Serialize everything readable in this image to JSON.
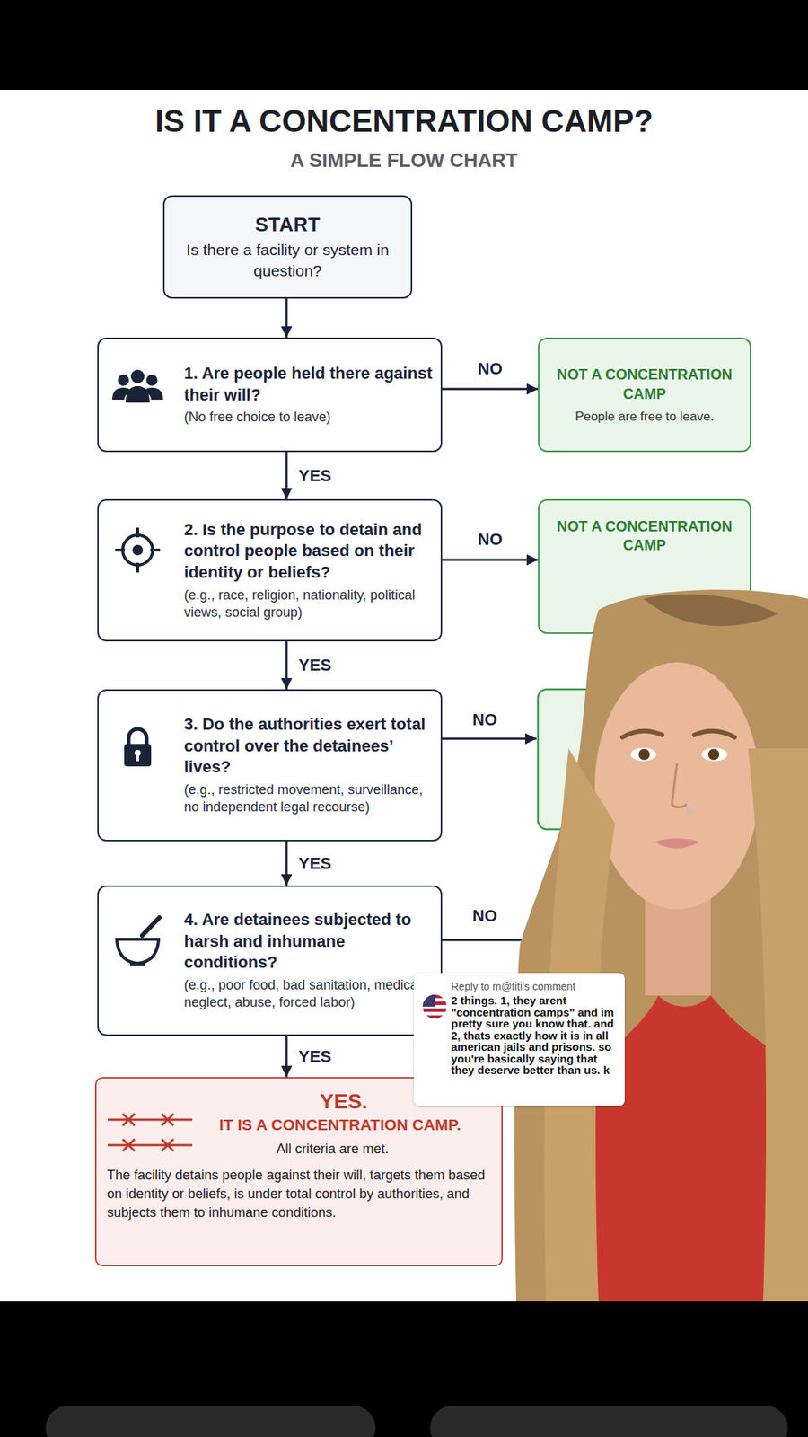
{
  "diagram": {
    "title": "IS IT A CONCENTRATION CAMP?",
    "nodes": [
      {
        "text": [
          "START",
          "Is there a facility or system in question?"
        ]
      },
      {
        "text": [
          "1. Are people held there against their will?",
          "(No free choice to leave)"
        ]
      },
      {
        "text": [
          "NOT A CONCENTRATION CAMP",
          "People are free to leave."
        ]
      },
      {
        "text": [
          "2. Is the purpose to detain and control people based on their identity or beliefs?",
          "(e.g., race, religion, nationality, political views, social group)"
        ]
      },
      {
        "text": [
          "NOT A CONCENTRATION CAMP"
        ]
      },
      {
        "text": [
          "3. Do the authorities exert total control over the detainees’ lives?",
          "(e.g., restricted movement, surveillance, no independent legal recourse)"
        ]
      },
      {
        "text": [
          "4. Are detainees subjected to harsh and inhumane conditions?",
          "(e.g., poor food, bad sanitation, medical neglect, abuse, forced labor)"
        ]
      },
      {
        "text": [
          "YES.",
          "IT IS A CONCENTRATION CAMP.",
          "All criteria are met.",
          "The facility detains people against their will, targets them based on identity or beliefs, is under total control by authorities, and subjects them to inhumane conditions."
        ]
      },
      {
        "text": [
          "Reply to m@titi's comment",
          "2 things. 1, they arent \"concentration camps\" and im pretty sure you know that. and 2, thats exactly how it is in all american jails and prisons. so you're basically saying that they deserve better than us. k"
        ]
      }
    ],
    "edges": [
      {
        "from": 0,
        "to": 1,
        "arrow": "to"
      },
      {
        "from": 1,
        "to": 2,
        "label": "NO",
        "arrow": "to"
      },
      {
        "from": 1,
        "to": 3,
        "label": "YES",
        "arrow": "to"
      },
      {
        "from": 3,
        "to": 4,
        "label": "NO",
        "arrow": "to"
      },
      {
        "from": 3,
        "to": 5,
        "label": "YES",
        "arrow": "to"
      },
      {
        "from": 5,
        "to": 6,
        "label": "YES",
        "arrow": "to"
      },
      {
        "from": 6,
        "to": 7,
        "label": "YES",
        "arrow": "to"
      }
    ],
    "labels": [
      "A SIMPLE FLOW CHART",
      "NO",
      "NO"
    ]
  }
}
